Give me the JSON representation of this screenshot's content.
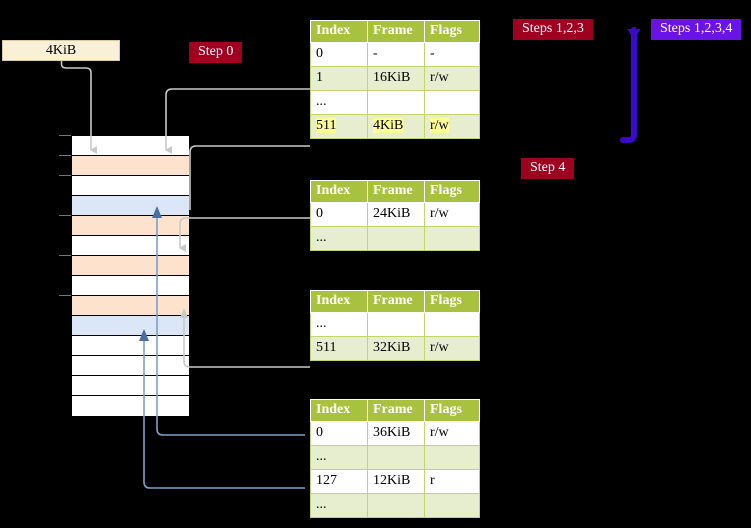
{
  "diagram": {
    "title_hidden": "",
    "memblock": {
      "label": "4KiB"
    },
    "badges": [
      {
        "id": "step0",
        "text": "Step 0",
        "color": "#a00020"
      },
      {
        "id": "steps123",
        "text": "Steps 1,2,3",
        "color": "#a00020"
      },
      {
        "id": "steps1234",
        "text": "Steps 1,2,3,4",
        "color": "#6a13e8"
      },
      {
        "id": "step4",
        "text": "Step 4",
        "color": "#a00020"
      }
    ],
    "colors": {
      "background": "#000000",
      "table_header": "#a8c13f",
      "table_alt_row": "#e7edcf",
      "table_border": "#9ab327",
      "highlight": "#ffff99",
      "memblock_fill": "#faefd7",
      "grid_peach": "#fde3cd",
      "grid_blue": "#dbe7f7",
      "wire_gray": "#bdbdbd",
      "wire_blue": "#7d9fc9",
      "badge_red": "#a00020",
      "badge_purple": "#6a13e8"
    },
    "tables": [
      {
        "id": "table-level1",
        "headers": [
          "Index",
          "Frame",
          "Flags"
        ],
        "rows": [
          {
            "cells": [
              "0",
              "-",
              "-"
            ],
            "style": "plain",
            "highlight": false
          },
          {
            "cells": [
              "1",
              "16KiB",
              "r/w"
            ],
            "style": "alt",
            "highlight": false
          },
          {
            "cells": [
              "...",
              "",
              ""
            ],
            "style": "plain",
            "highlight": false
          },
          {
            "cells": [
              "511",
              "4KiB",
              "r/w"
            ],
            "style": "alt",
            "highlight": true
          }
        ]
      },
      {
        "id": "table-level2",
        "headers": [
          "Index",
          "Frame",
          "Flags"
        ],
        "rows": [
          {
            "cells": [
              "0",
              "24KiB",
              "r/w"
            ],
            "style": "plain",
            "highlight": false
          },
          {
            "cells": [
              "...",
              "",
              ""
            ],
            "style": "alt",
            "highlight": false
          }
        ]
      },
      {
        "id": "table-level3",
        "headers": [
          "Index",
          "Frame",
          "Flags"
        ],
        "rows": [
          {
            "cells": [
              "...",
              "",
              ""
            ],
            "style": "plain",
            "highlight": false
          },
          {
            "cells": [
              "511",
              "32KiB",
              "r/w"
            ],
            "style": "alt",
            "highlight": false
          }
        ]
      },
      {
        "id": "table-level4",
        "headers": [
          "Index",
          "Frame",
          "Flags"
        ],
        "rows": [
          {
            "cells": [
              "0",
              "36KiB",
              "r/w"
            ],
            "style": "plain",
            "highlight": false
          },
          {
            "cells": [
              "...",
              "",
              ""
            ],
            "style": "alt",
            "highlight": false
          },
          {
            "cells": [
              "127",
              "12KiB",
              "r"
            ],
            "style": "plain",
            "highlight": false
          },
          {
            "cells": [
              "...",
              "",
              ""
            ],
            "style": "alt",
            "highlight": false
          }
        ]
      }
    ],
    "grid": {
      "rows": [
        "white",
        "peach",
        "white",
        "blue",
        "peach",
        "white",
        "peach",
        "white",
        "peach",
        "blue",
        "white",
        "white",
        "white",
        "white"
      ],
      "tick_rows": [
        0,
        1,
        2,
        4,
        6,
        8
      ]
    }
  }
}
